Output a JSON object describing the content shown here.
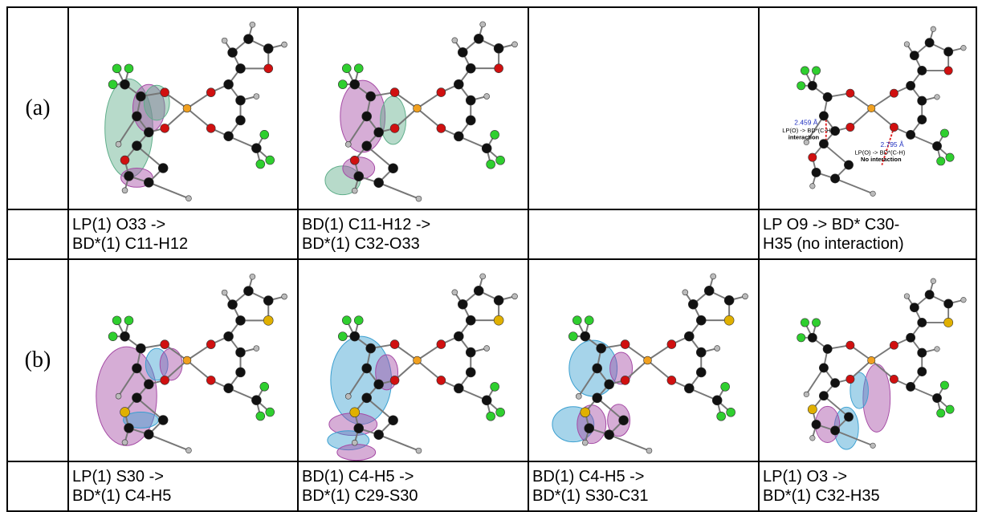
{
  "rows": [
    {
      "label": "(a)",
      "captions": [
        [
          "LP(1) O33 ->",
          "BD*(1) C11-H12"
        ],
        [
          "BD(1) C11-H12 ->",
          "BD*(1) C32-O33"
        ],
        [
          "",
          ""
        ],
        [
          "LP O9 -> BD* C30-",
          "H35 (no interaction)"
        ]
      ],
      "annotations": {
        "distance1": "2.459 Å",
        "label1a": "LP(O) -> BD*(C-H)",
        "label1b": "interaction",
        "distance2": "2.795 Å",
        "label2a": "LP(O) -> BD*(C-H)",
        "label2b": "No interaction"
      }
    },
    {
      "label": "(b)",
      "captions": [
        [
          "LP(1) S30 ->",
          "BD*(1) C4-H5"
        ],
        [
          "BD(1) C4-H5 ->",
          "BD*(1) C29-S30"
        ],
        [
          "BD(1) C4-H5 ->",
          "BD*(1) S30-C31"
        ],
        [
          "LP(1) O3 ->",
          "BD*(1) C32-H35"
        ]
      ]
    }
  ],
  "colors": {
    "carbon": "#111111",
    "oxygen": "#d01010",
    "fluorine": "#2fcf2f",
    "sulfur": "#e0b000",
    "metal": "#f0a020",
    "hydrogen": "#bbbbbb",
    "lobe_green": "#5fae8a",
    "lobe_purple": "#a54aa5",
    "lobe_blue": "#3a9fd0",
    "dist_blue": "#2030c0",
    "dash_red": "#e02020"
  }
}
